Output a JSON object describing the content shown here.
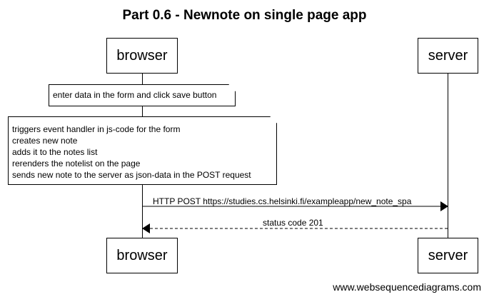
{
  "diagram": {
    "title": "Part 0.6 - Newnote on single page app",
    "participants": {
      "browser": "browser",
      "server": "server"
    },
    "notes": {
      "form_note": "enter data in the form and click save button",
      "handler_note": [
        "triggers event handler in js-code for the form",
        "creates new note",
        "adds it to the notes list",
        "rerenders the notelist on the page",
        "sends new note to the server as json-data in the POST request"
      ]
    },
    "messages": {
      "post_request": "HTTP POST https://studies.cs.helsinki.fi/exampleapp/new_note_spa",
      "response": "status code 201"
    }
  },
  "footer": {
    "watermark": "www.websequencediagrams.com"
  }
}
